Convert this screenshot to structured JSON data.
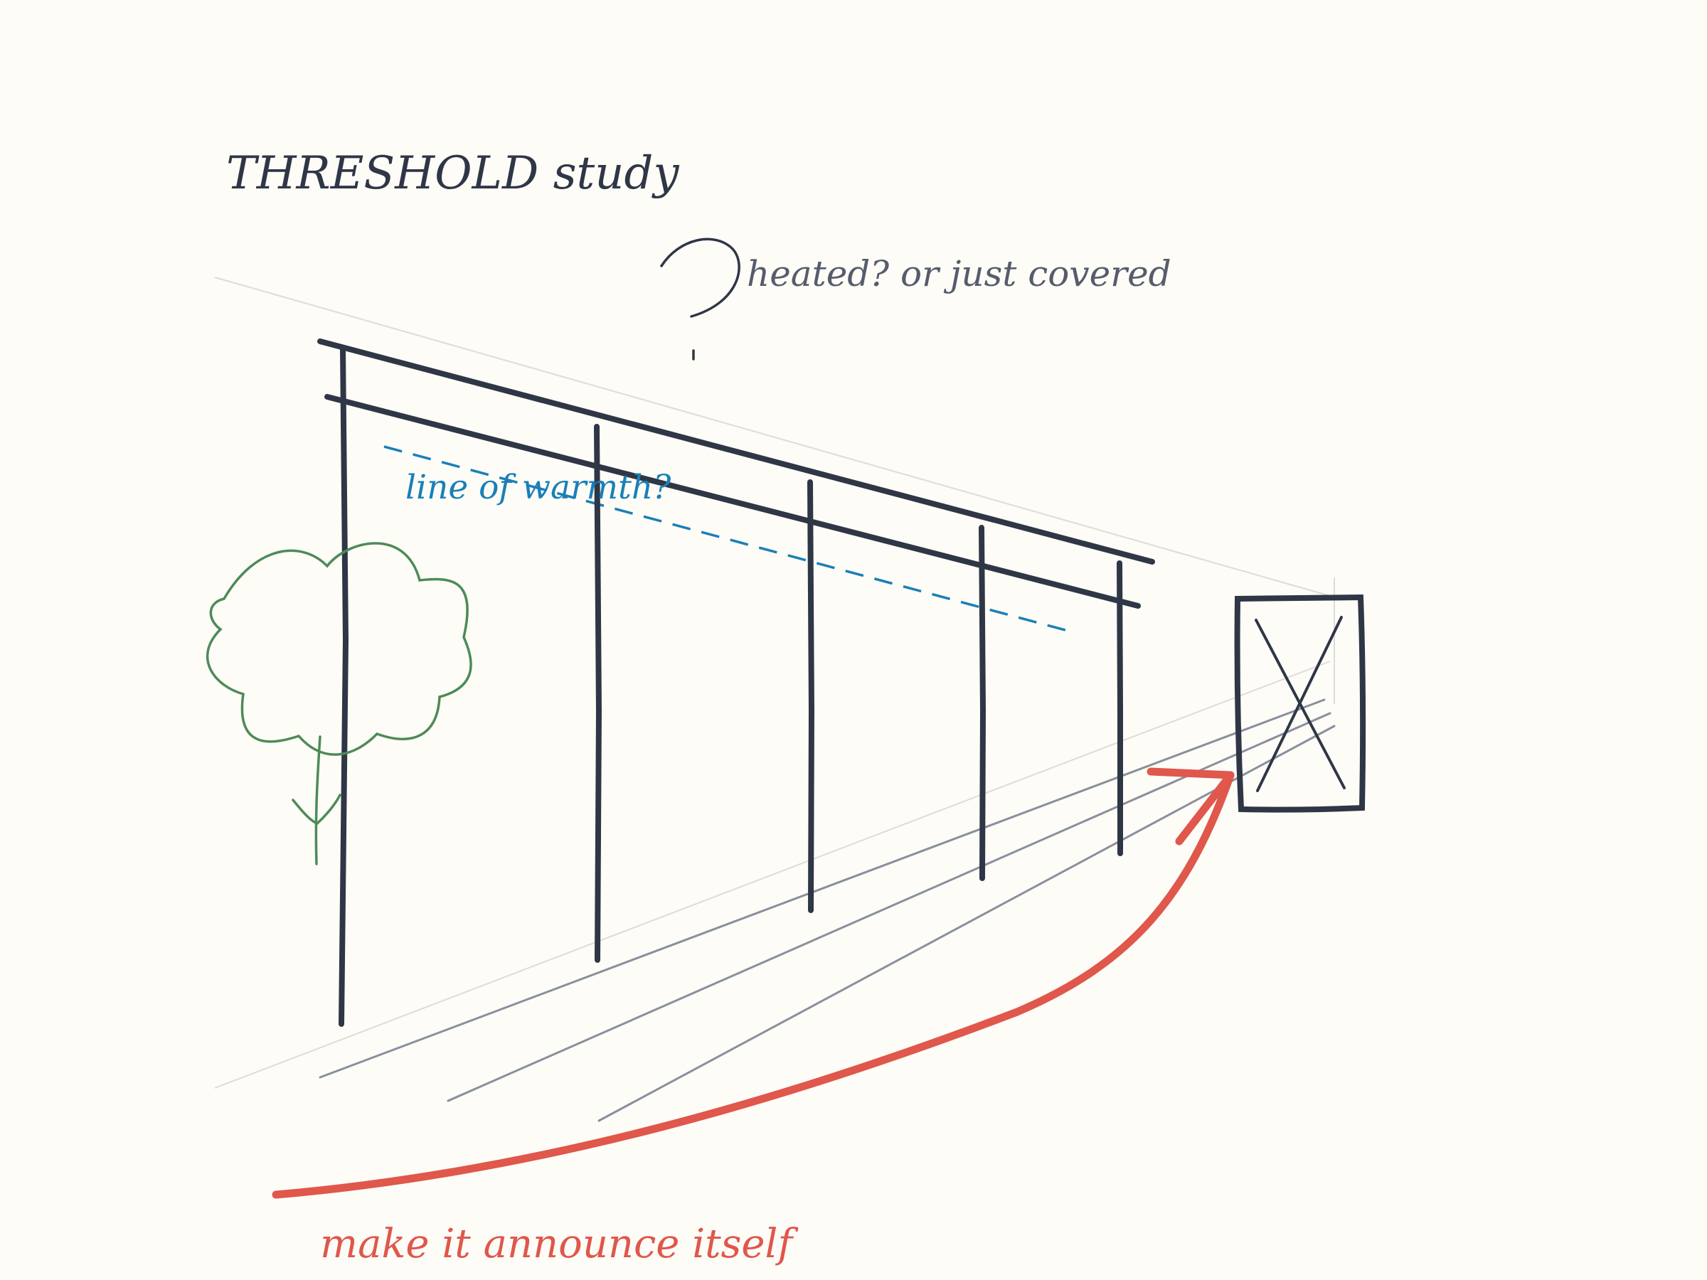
{
  "sketch": {
    "title": "THRESHOLD study",
    "annotations": {
      "heated": "heated? or just covered",
      "warmth": "line of warmth?",
      "announce": "make it announce itself"
    }
  },
  "colors": {
    "paper": "#fdfcf7",
    "ink": "#2f3646",
    "guide": "#dedcd6",
    "paving": "#8a8f9c",
    "tree": "#4e8a58",
    "warmth": "#1a7fb8",
    "accent": "#e0574b",
    "note": "#565c6b"
  },
  "icons": {
    "question-mark": "question-mark-glyph",
    "tree": "tree-sketch",
    "door": "door-crossed-box",
    "arrow": "curved-arrow"
  }
}
